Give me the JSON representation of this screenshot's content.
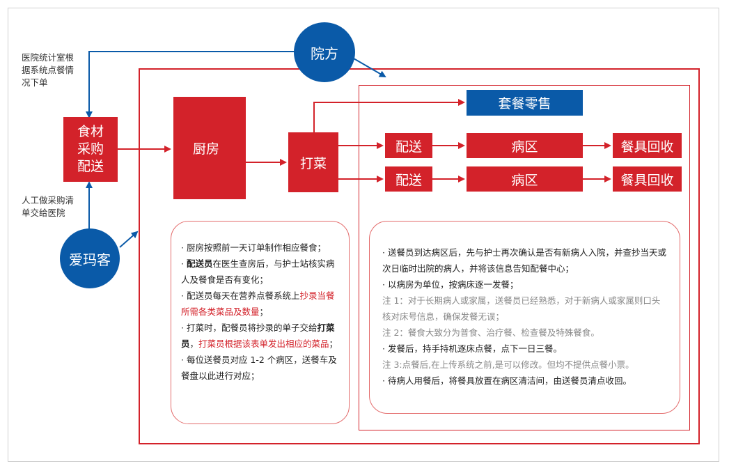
{
  "nodes": {
    "yuanfang": "院方",
    "aimake": "爱玛客",
    "shicai": [
      "食材",
      "采购",
      "配送"
    ],
    "chufang": "厨房",
    "dacai": "打菜",
    "taocan": "套餐零售",
    "peisong1": "配送",
    "peisong2": "配送",
    "bingqu1": "病区",
    "bingqu2": "病区",
    "huishou1": "餐具回收",
    "huishou2": "餐具回收"
  },
  "notes": {
    "top": [
      "医院统计室根",
      "据系统点餐情",
      "况下单"
    ],
    "bottom": [
      "人工做采购清",
      "单交给医院"
    ]
  },
  "left_panel": {
    "i1": "· 厨房按照前一天订单制作相应餐食；",
    "i2_pre": "· ",
    "i2_bold": "配送员",
    "i2_text": "在医生查房后，与护士站核实病人及餐食是否有变化；",
    "i3_text": "· 配送员每天在营养点餐系统上",
    "i3_hl": "抄录当餐所需各类菜品及数量",
    "i3_end": "；",
    "i4_text": "· 打菜时，配餐员将抄录的单子交给",
    "i4_bold": "打菜员",
    "i4_mid": "，",
    "i4_hl": "打菜员根据该表单发出相应的菜品",
    "i4_end": "；",
    "i5": "· 每位送餐员对应 1-2 个病区，送餐车及餐盘以此进行对应；"
  },
  "right_panel": {
    "r1": "· 送餐员到达病区后，先与护士再次确认是否有新病人入院，并查抄当天或次日临时出院的病人，并将该信息告知配餐中心；",
    "r2": "· 以病房为单位，按病床逐一发餐；",
    "r3": "注 1：对于长期病人或家属，送餐员已经熟悉，对于新病人或家属则口头核对床号信息，确保发餐无误；",
    "r4": "注 2：餐食大致分为普食、治疗餐、检查餐及特殊餐食。",
    "r5": "· 发餐后，持手持机逐床点餐，点下一日三餐。",
    "r6": "注 3:点餐后,在上传系统之前,是可以修改。但均不提供点餐小票。",
    "r7": "· 待病人用餐后，将餐具放置在病区清洁间，由送餐员清点收回。"
  },
  "colors": {
    "red": "#d3222a",
    "blue": "#0a5aa8"
  }
}
